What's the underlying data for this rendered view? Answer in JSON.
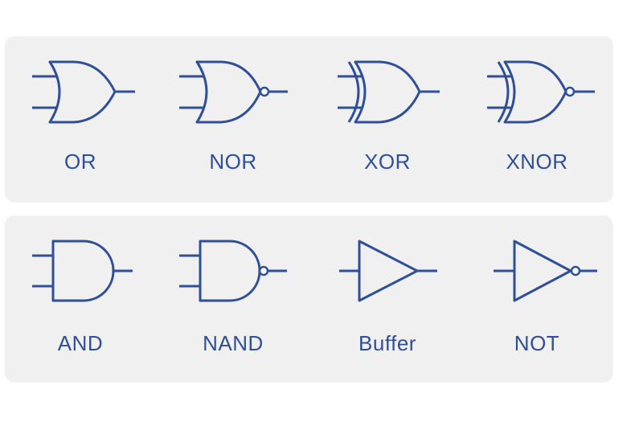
{
  "gates": {
    "or": {
      "label": "OR",
      "icon": "or-gate-icon"
    },
    "nor": {
      "label": "NOR",
      "icon": "nor-gate-icon"
    },
    "xor": {
      "label": "XOR",
      "icon": "xor-gate-icon"
    },
    "xnor": {
      "label": "XNOR",
      "icon": "xnor-gate-icon"
    },
    "and": {
      "label": "AND",
      "icon": "and-gate-icon"
    },
    "nand": {
      "label": "NAND",
      "icon": "nand-gate-icon"
    },
    "buffer": {
      "label": "Buffer",
      "icon": "buffer-gate-icon"
    },
    "not": {
      "label": "NOT",
      "icon": "not-gate-icon"
    }
  },
  "colors": {
    "stroke": "#2f4f96",
    "panel": "#f0f0f0",
    "background": "#ffffff"
  }
}
